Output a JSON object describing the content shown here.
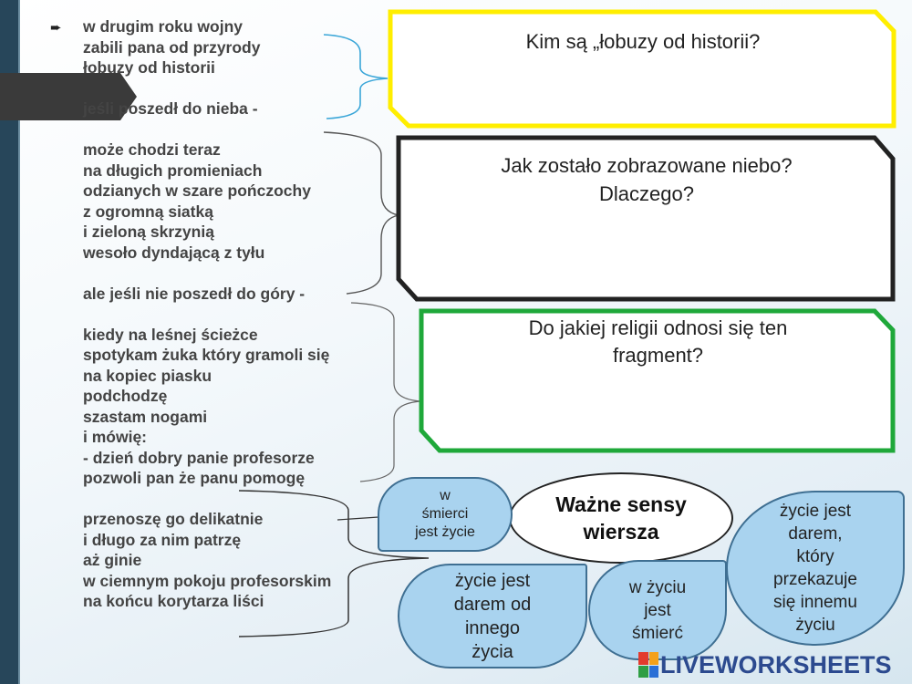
{
  "poem": {
    "lines": [
      "w drugim roku wojny",
      "zabili pana od przyrody",
      "łobuzy od historii",
      "",
      "jeśli poszedł do nieba -",
      "",
      "może chodzi teraz",
      "na długich promieniach",
      "odzianych w szare pończochy",
      "z ogromną siatką",
      "i zieloną skrzynią",
      "wesoło dyndającą z tyłu",
      "",
      "ale jeśli nie poszedł do góry -",
      "",
      "kiedy na leśnej ścieżce",
      "spotykam żuka który gramoli się",
      "na kopiec piasku",
      "podchodzę",
      "szastam nogami",
      "i mówię:",
      "- dzień dobry panie profesorze",
      "pozwoli pan że panu pomogę",
      "",
      "przenoszę go delikatnie",
      "i długo za nim patrzę",
      "aż ginie",
      "w ciemnym pokoju profesorskim",
      "na końcu korytarza liści"
    ]
  },
  "questions": {
    "q1": "Kim są „łobuzy od historii?",
    "q2_line1": "Jak zostało zobrazowane niebo?",
    "q2_line2": "Dlaczego?",
    "q3_line1": "Do jakiej religii odnosi się ten",
    "q3_line2": "fragment?"
  },
  "center": {
    "line1": "Ważne sensy",
    "line2": "wiersza"
  },
  "answers": {
    "a1": [
      "w",
      "śmierci",
      "jest życie"
    ],
    "a2": [
      "życie jest",
      "darem od",
      "innego",
      "życia"
    ],
    "a3": [
      "w życiu",
      "jest",
      "śmierć"
    ],
    "a4": [
      "życie jest",
      "darem,",
      "który",
      "przekazuje",
      "się innemu",
      "życiu"
    ]
  },
  "logo": {
    "text": "LIVEWORKSHEETS",
    "colors": [
      "#e23b2e",
      "#f4a11a",
      "#2f9e44",
      "#2a6fd6"
    ]
  },
  "colors": {
    "yellow": "#ffee00",
    "black": "#222222",
    "green": "#1fa83a",
    "blob": "#a9d3ef"
  }
}
